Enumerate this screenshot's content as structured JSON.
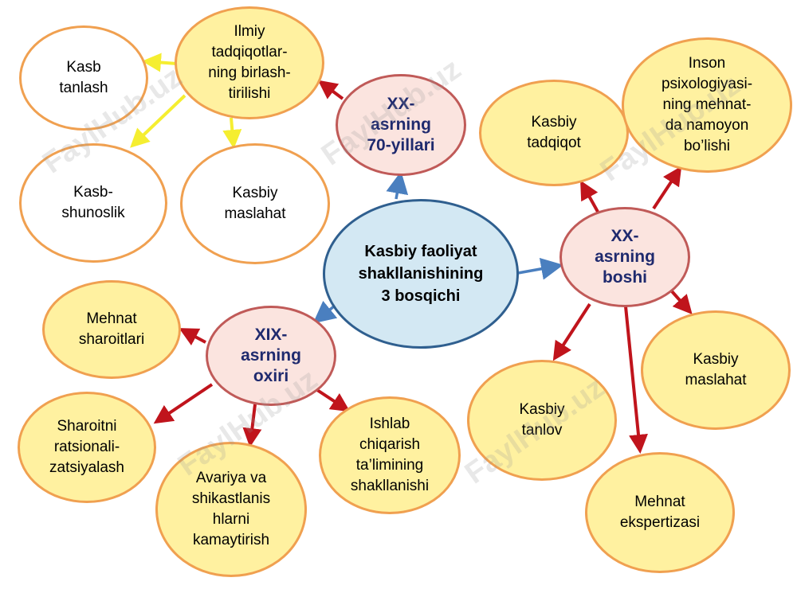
{
  "watermark": "FaylHub.uz",
  "center": {
    "label": "Kasbiy faoliyat\nshakllanishining\n3 bosqichi"
  },
  "eras": {
    "era_70s": "XX-\nasrning\n70-yillari",
    "era_20c": "XX-\nasrning\nboshi",
    "era_19c": "XIX-\nasrning\noxiri"
  },
  "topics": {
    "ilmiy": "Ilmiy\ntadqiqotlar-\nning birlash-\ntirilishi",
    "kasb_tanlash": "Kasb\ntanlash",
    "kasbshunoslik": "Kasb-\nshunoslik",
    "kasbiy_maslahat_left": "Kasbiy\nmaslahat",
    "kasbiy_tadqiqot": "Kasbiy\ntadqiqot",
    "inson": "Inson\npsixologiyasi-\nning mehnat-\nda namoyon\nbo’lishi",
    "kasbiy_maslahat_right": "Kasbiy\nmaslahat",
    "kasbiy_tanlov": "Kasbiy\ntanlov",
    "mehnat_ekspertizasi": "Mehnat\nekspertizasi",
    "mehnat_sharoitlari": "Mehnat\nsharoitlari",
    "sharoitni": "Sharoitni\nratsionali-\nzatsiyalash",
    "avariya": "Avariya va\nshikastlanis\nhlarni\nkamaytirish",
    "ishlab": "Ishlab\nchiqarish\nta’limining\nshakllanishi"
  },
  "colors": {
    "blue_arrow": "#4a7fbf",
    "red_arrow": "#c0141c",
    "yellow_arrow": "#f5ee30"
  }
}
